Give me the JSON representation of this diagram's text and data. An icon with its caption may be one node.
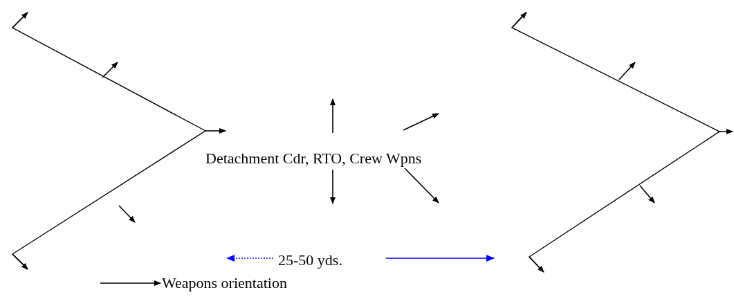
{
  "diagram": {
    "labels": [
      "Detachment Cdr, RTO, Crew Wpns",
      "25-50 yds."
    ],
    "legend": [
      {
        "text": "Weapons orientation"
      }
    ]
  }
}
